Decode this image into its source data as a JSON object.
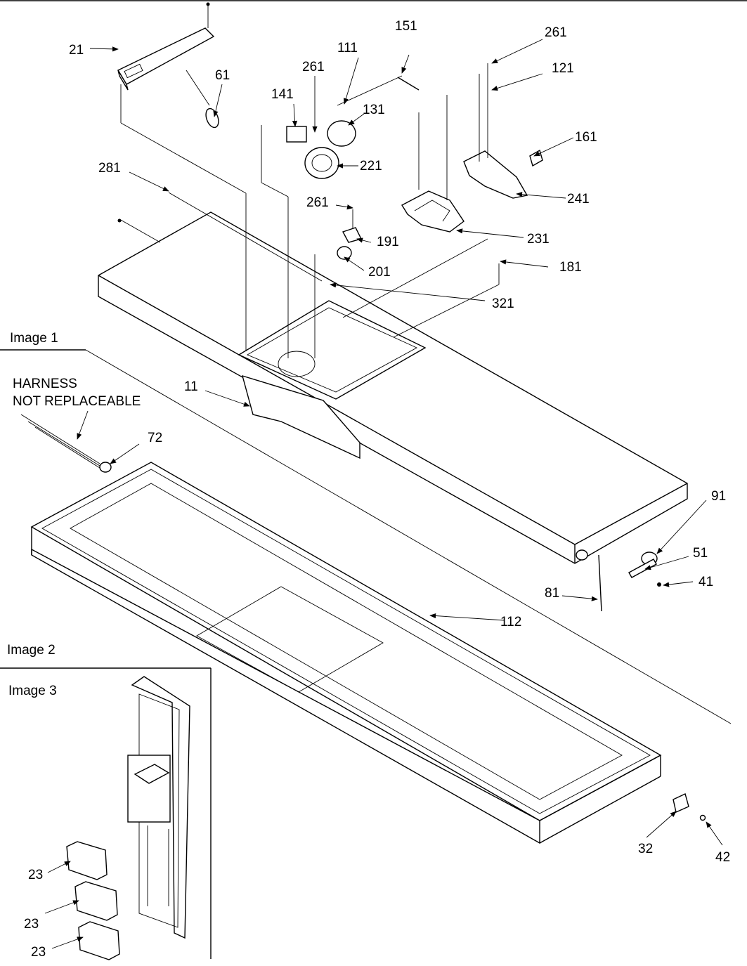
{
  "sections": {
    "image1": "Image 1",
    "image2": "Image 2",
    "image3": "Image 3"
  },
  "note": {
    "line1": "HARNESS",
    "line2": "NOT REPLACEABLE"
  },
  "callouts": {
    "p21": "21",
    "p61": "61",
    "p151": "151",
    "p111": "111",
    "p261a": "261",
    "p261b": "261",
    "p261c": "261",
    "p121": "121",
    "p141": "141",
    "p131": "131",
    "p161": "161",
    "p221": "221",
    "p281": "281",
    "p241": "241",
    "p191": "191",
    "p231": "231",
    "p201": "201",
    "p181": "181",
    "p321": "321",
    "p11": "11",
    "p72": "72",
    "p91": "91",
    "p51": "51",
    "p41": "41",
    "p81": "81",
    "p112": "112",
    "p32": "32",
    "p42": "42",
    "p23a": "23",
    "p23b": "23",
    "p23c": "23"
  }
}
